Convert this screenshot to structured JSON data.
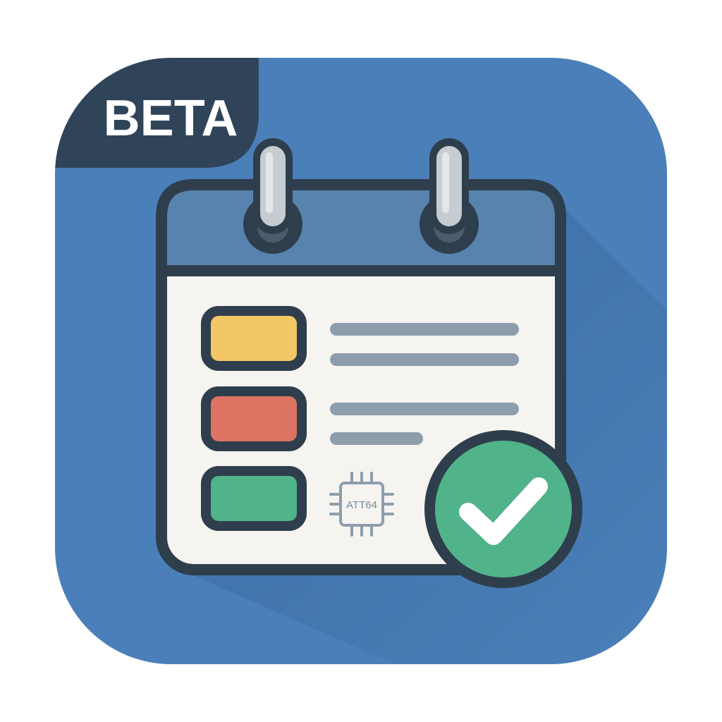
{
  "badge": {
    "label": "BETA"
  },
  "chip": {
    "label": "ATT64",
    "icon": "cpu-chip-icon"
  },
  "status": {
    "icon": "checkmark-icon",
    "state": "complete"
  },
  "calendar": {
    "icon": "calendar-icon",
    "items": [
      {
        "color": "#F3C766",
        "icon": "yellow-event-block"
      },
      {
        "color": "#DC7363",
        "icon": "red-event-block"
      },
      {
        "color": "#51B38A",
        "icon": "green-event-block"
      }
    ]
  },
  "colors": {
    "background": "#4A7FB9",
    "badge_background": "#2F4458",
    "calendar_header": "#5883AE",
    "calendar_body": "#F5F4F1",
    "outline": "#2F3E4C",
    "text_lines": "#8E9DAC",
    "check_badge": "#51B38A"
  }
}
